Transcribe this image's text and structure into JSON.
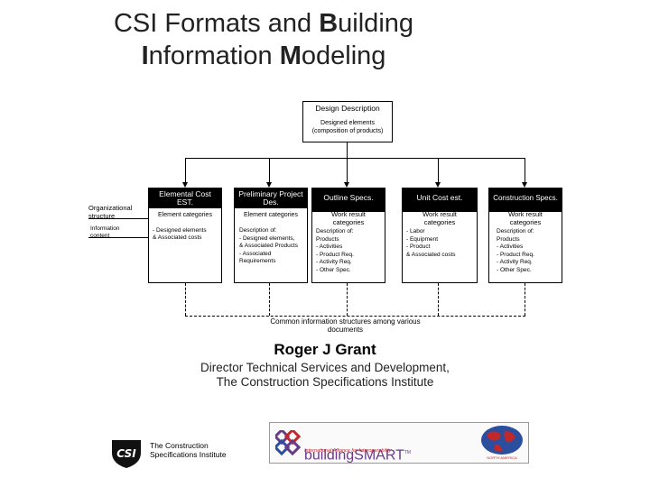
{
  "title": {
    "part1": "CSI Formats and ",
    "b1": "B",
    "part2": "uilding",
    "b2": "I",
    "part3": "nformation ",
    "b3": "M",
    "part4": "odeling"
  },
  "design": {
    "title": "Design Description",
    "line1": "Designed elements",
    "line2": "(composition of products)"
  },
  "row_labels": {
    "org": "Organizational\nstructure",
    "info": "Information\ncontent"
  },
  "columns": [
    {
      "header": "Elemental Cost\nEST.",
      "category": "Element categories",
      "content": "- Designed elements\n& Associated costs"
    },
    {
      "header": "Preliminary Project\nDes.",
      "category": "Element categories",
      "content": "Description of:\n- Designed elements,\n& Associated Products\n- Associated\nRequirements"
    },
    {
      "header": "Outline Specs.",
      "category": "Work result\ncategories",
      "content": "Description of:\nProducts\n- Activities\n- Product Req.\n- Activity Req.\n- Other Spec."
    },
    {
      "header": "Unit Cost est.",
      "category": "Work result\ncategories",
      "content": "- Labor\n- Equipment\n- Product\n& Associated costs"
    },
    {
      "header": "Construction Specs.",
      "category": "Work result\ncategories",
      "content": "Description of:\nProducts\n- Activities\n- Product Req.\n- Activity Req.\n- Other Spec."
    }
  ],
  "common": "Common information structures among various\ndocuments",
  "presenter": {
    "name": "Roger J Grant",
    "role1": "Director Technical Services and Development,",
    "role2": "The Construction Specifications Institute"
  },
  "logos": {
    "csi_text": "The Construction\nSpecifications Institute",
    "csi_mark": "CSI",
    "bs_name": "buildingSMART",
    "bs_tm": "TM",
    "bs_tag": "International Alliance for Interoperability",
    "bs_na": "NORTH AMERICA"
  },
  "colors": {
    "header_bg": "#000000",
    "bs_purple": "#6a3a8a",
    "bs_red": "#c0282a",
    "bs_blue": "#2b4f9e"
  }
}
